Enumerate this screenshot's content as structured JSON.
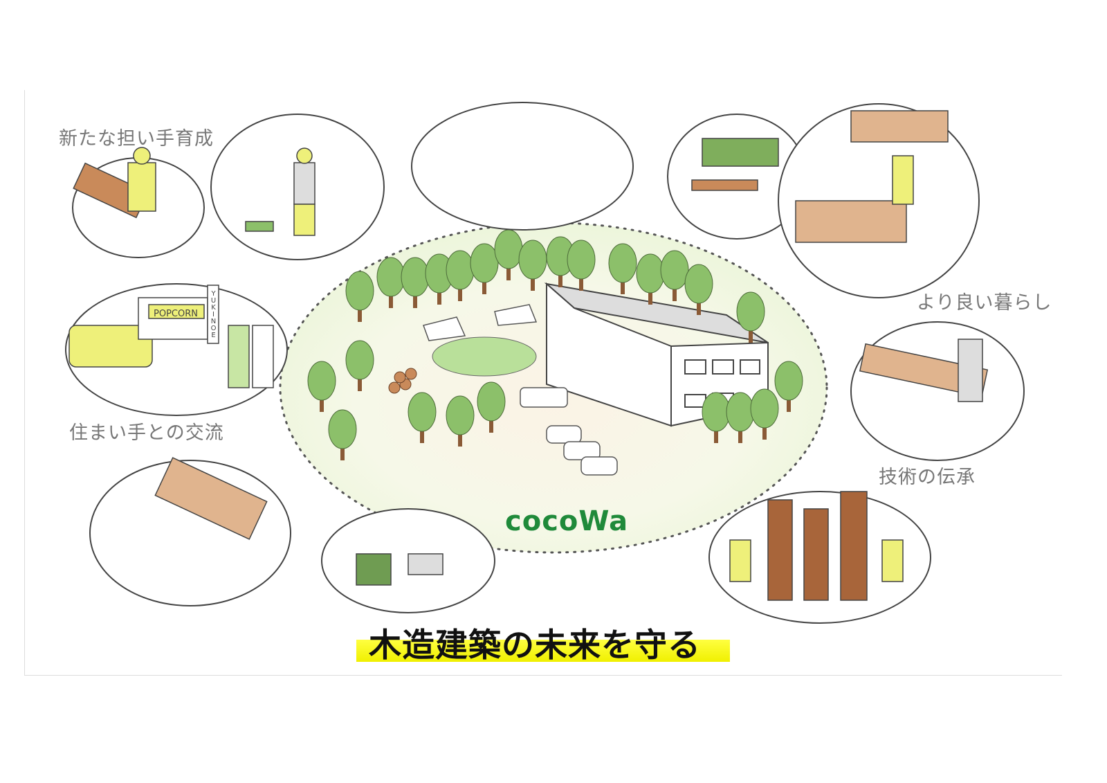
{
  "labels": {
    "new_workers": "新たな担い手育成",
    "resident_exchange": "住まい手との交流",
    "better_living": "より良い暮らし",
    "tech_transfer": "技術の伝承"
  },
  "logo": "cocoWa",
  "title": "木造建築の未来を守る",
  "illustration_text": {
    "food_truck_sign": "POPCORN",
    "banner": "YUKINOE"
  },
  "colors": {
    "logo_green": "#1f8a3a",
    "title_highlight": "#f5f500",
    "label_gray": "#777777",
    "leaf_green": "#8cc06a",
    "figure_yellow": "#eef07a"
  }
}
